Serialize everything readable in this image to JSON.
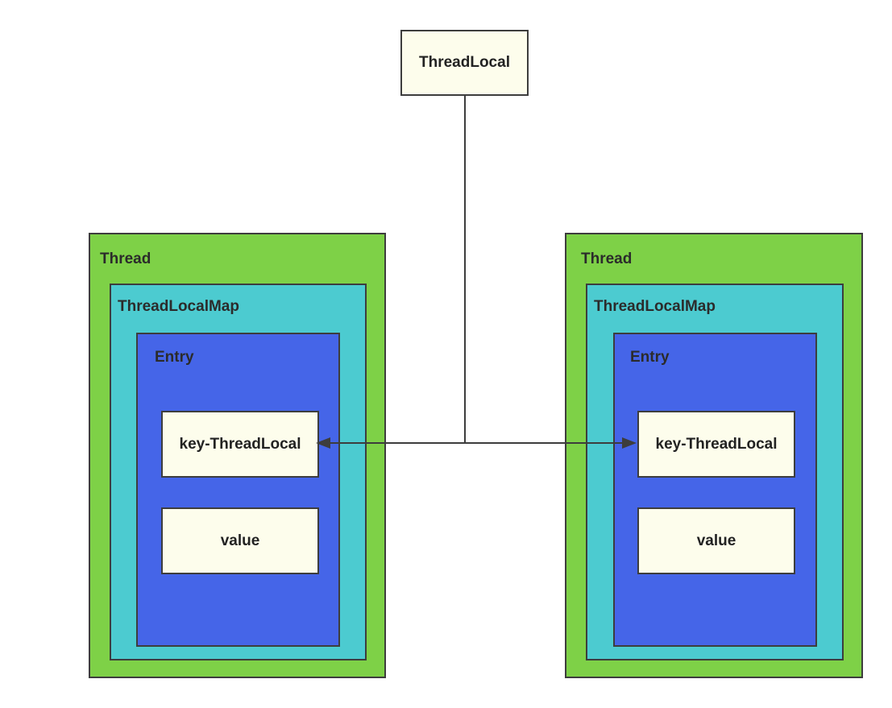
{
  "diagram": {
    "root": {
      "label": "ThreadLocal"
    },
    "threads": [
      {
        "label": "Thread",
        "map": {
          "label": "ThreadLocalMap",
          "entry": {
            "label": "Entry",
            "key": "key-ThreadLocal",
            "value": "value"
          }
        }
      },
      {
        "label": "Thread",
        "map": {
          "label": "ThreadLocalMap",
          "entry": {
            "label": "Entry",
            "key": "key-ThreadLocal",
            "value": "value"
          }
        }
      }
    ],
    "colors": {
      "thread": "#7ed147",
      "map": "#4ccbd0",
      "entry": "#4565e8",
      "cell": "#fdfdec",
      "line": "#3d3d3d"
    }
  }
}
